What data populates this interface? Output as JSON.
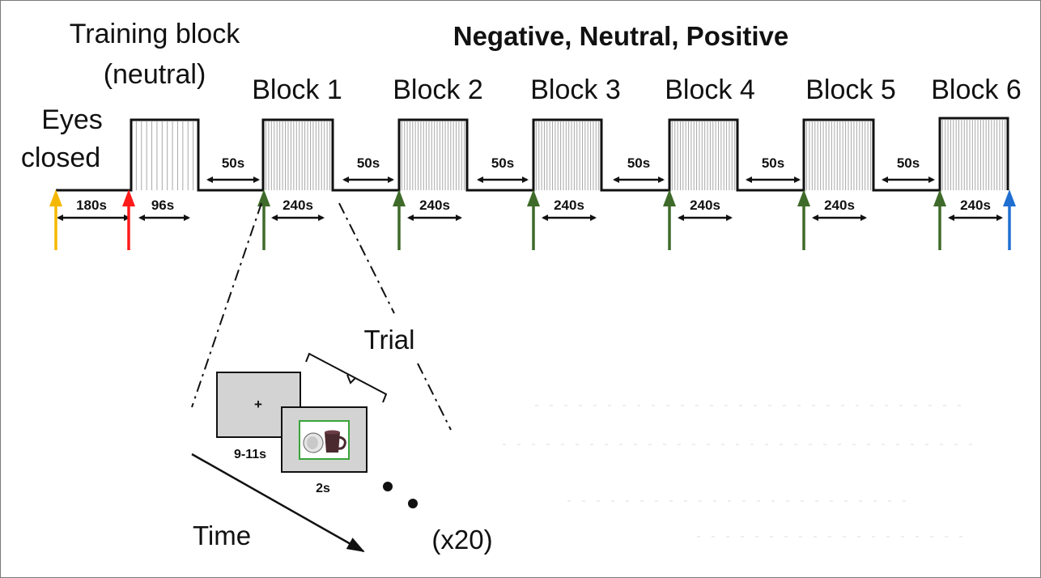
{
  "labels": {
    "training_line1": "Training block",
    "training_line2": "(neutral)",
    "eyes_line1": "Eyes",
    "eyes_line2": "closed",
    "conditions": "Negative, Neutral, Positive",
    "trial": "Trial",
    "time": "Time",
    "repeat": "(x20)",
    "fixation_symbol": "+"
  },
  "durations": {
    "eyes_closed": "180s",
    "training": "96s",
    "rest": "50s",
    "block": "240s",
    "fixation": "9-11s",
    "image": "2s"
  },
  "blocks": [
    {
      "label": "Block 1"
    },
    {
      "label": "Block 2"
    },
    {
      "label": "Block 3"
    },
    {
      "label": "Block 4"
    },
    {
      "label": "Block 5"
    },
    {
      "label": "Block 6"
    }
  ],
  "marker_colors": {
    "start": "#f5b800",
    "training_start": "#ff1a1a",
    "block_start": "#3f6b2a",
    "end": "#1f6fd1"
  },
  "icons": {
    "arrow": "up-arrow-icon",
    "double_arrow": "double-headed-arrow-icon",
    "dot": "ellipsis-dot-icon",
    "cup": "coffee-cup-image"
  }
}
